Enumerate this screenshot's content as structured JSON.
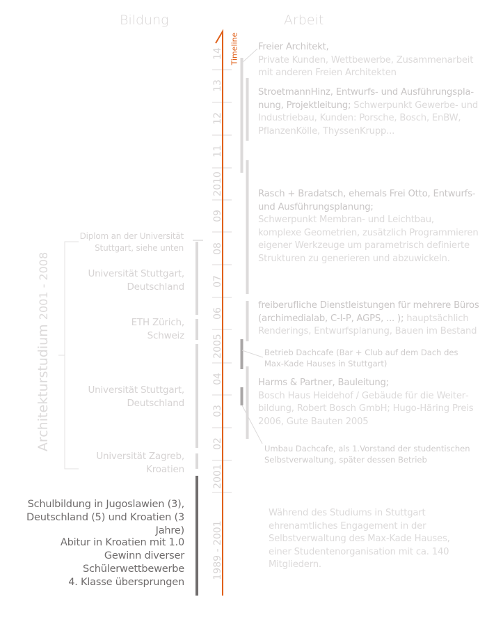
{
  "headers": {
    "education": "Bildung",
    "work": "Arbeit"
  },
  "timeline": {
    "label": "Timeline",
    "color": "#e0601a",
    "years": [
      "14",
      "13",
      "12",
      "11",
      "2010",
      "09",
      "08",
      "07",
      "06",
      "2005",
      "04",
      "03",
      "02",
      "2001"
    ],
    "school_period": "1989 - 2001"
  },
  "education": {
    "study_title": "Architekturstudium",
    "study_period": "2001 - 2008",
    "items": [
      {
        "lines": [
          "Diplom an der Universität",
          "Stuttgart, siehe unten"
        ]
      },
      {
        "lines": [
          "Universität Stuttgart,",
          "Deutschland"
        ]
      },
      {
        "lines": [
          "ETH Zürich,",
          "Schweiz"
        ]
      },
      {
        "lines": [
          "Universität Stuttgart,",
          "Deutschland"
        ]
      },
      {
        "lines": [
          "Universität Zagreb,",
          "Kroatien"
        ]
      }
    ],
    "school": {
      "lines": [
        "Schulbildung in Jugoslawien (3),",
        "Deutschland (5) und Kroatien (3 Jahre)"
      ],
      "achievements": [
        "Abitur in Kroatien mit 1.0",
        "Gewinn diverser Schülerwettbewerbe",
        "4. Klasse übersprungen"
      ]
    }
  },
  "work": {
    "items": [
      {
        "heading": "Freier Architekt,",
        "text": "Private Kunden, Wettbewerbe, Zusammenarbeit mit anderen Freien Architekten"
      },
      {
        "heading": "StroetmannHinz, Entwurfs- und Ausführungspla­nung, Projektleitung;",
        "text": " Schwerpunkt Gewerbe- und Industriebau, Kunden: Porsche, Bosch, EnBW, PflanzenKölle, ThyssenKrupp..."
      },
      {
        "heading": "Rasch + Bradatsch, ehemals Frei Otto, Entwurfs- und Ausführungsplanung;",
        "text": "Schwerpunkt Membran- und Leichtbau, komplexe Geometrien, zusätzlich Programmieren eigener Werkzeuge um parametrisch definierte Strukturen zu generieren und abzuwickeln."
      },
      {
        "heading": "freiberufliche Dienstleistungen für mehrere Büros (archimedialab, C-I-P, AGPS, ... );",
        "text": " hauptsächlich Renderings, Entwurfsplanung, Bauen im Bestand"
      },
      {
        "heading": "Harms & Partner, Bauleitung;",
        "text": "Bosch Haus Heidehof / Gebäude für die Weiter­bildung, Robert Bosch GmbH; Hugo-Häring Preis 2006, Gute Bauten 2005"
      }
    ],
    "side_notes": [
      "Betrieb Dachcafe (Bar + Club auf dem Dach des Max-Kade Hauses in Stuttgart)",
      "Umbau Dachcafe, als 1.Vorstand der studentischen Selbstverwaltung, später dessen Betrieb"
    ],
    "volunteer": "Während des Studiums in Stuttgart ehrenamtliches Engagement in der Selbstverwaltung des Max-Kade Hauses, einer Studentenorganisation mit ca. 140 Mitgliedern."
  }
}
